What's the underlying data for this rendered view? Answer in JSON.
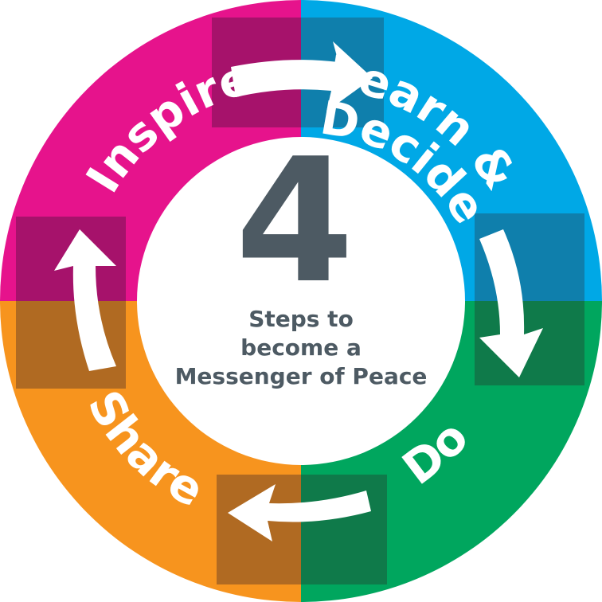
{
  "center": {
    "number": "4",
    "line1": "Steps to",
    "line2": "become a",
    "line3": "Messenger of Peace"
  },
  "steps": {
    "inspire": "Inspire",
    "learn_line1": "Learn &",
    "learn_line2": "Decide",
    "do": "Do",
    "share": "Share"
  },
  "colors": {
    "inspire": "#e6138c",
    "learn": "#00a8e6",
    "do": "#00a65e",
    "share": "#f7941e",
    "text_dark": "#4d5a63"
  },
  "icons": {
    "top": "arrow-right-icon",
    "right": "arrow-down-icon",
    "bottom": "arrow-left-icon",
    "left": "arrow-up-icon"
  }
}
